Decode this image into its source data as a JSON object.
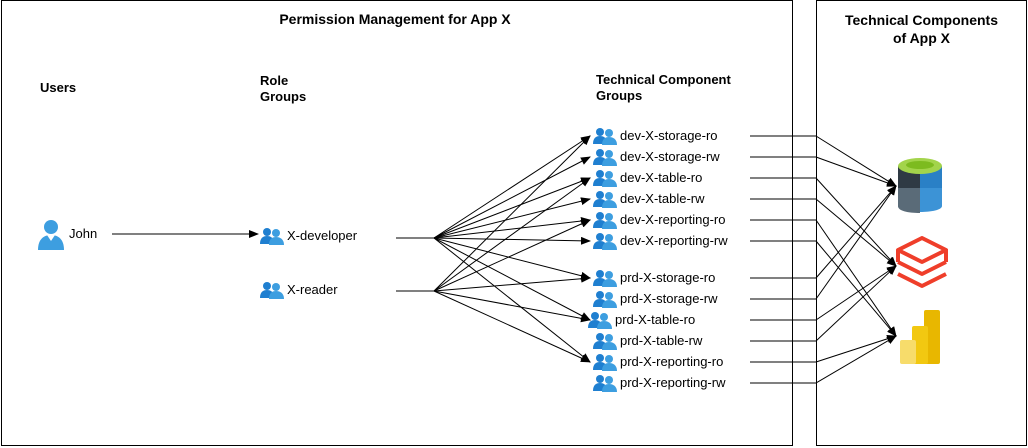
{
  "main_panel": {
    "title": "Permission Management for App X"
  },
  "side_panel": {
    "title_line1": "Technical Components",
    "title_line2": "of App X"
  },
  "columns": {
    "users": "Users",
    "role_groups_line1": "Role",
    "role_groups_line2": "Groups",
    "tc_groups_line1": "Technical Component",
    "tc_groups_line2": "Groups"
  },
  "users": [
    {
      "label": "John"
    }
  ],
  "role_groups": [
    {
      "label": "X-developer"
    },
    {
      "label": "X-reader"
    }
  ],
  "tc_groups": [
    {
      "label": "dev-X-storage-ro"
    },
    {
      "label": "dev-X-storage-rw"
    },
    {
      "label": "dev-X-table-ro"
    },
    {
      "label": "dev-X-table-rw"
    },
    {
      "label": "dev-X-reporting-ro"
    },
    {
      "label": "dev-X-reporting-rw"
    },
    {
      "label": "prd-X-storage-ro"
    },
    {
      "label": "prd-X-storage-rw"
    },
    {
      "label": "prd-X-table-ro"
    },
    {
      "label": "prd-X-table-rw"
    },
    {
      "label": "prd-X-reporting-ro"
    },
    {
      "label": "prd-X-reporting-rw"
    }
  ],
  "technical_components": [
    {
      "icon": "storage-icon"
    },
    {
      "icon": "databricks-icon"
    },
    {
      "icon": "power-bi-icon"
    }
  ],
  "colors": {
    "user_icon": "#3d9ee0",
    "group_icon": "#1f7fd0",
    "line": "#000000"
  }
}
